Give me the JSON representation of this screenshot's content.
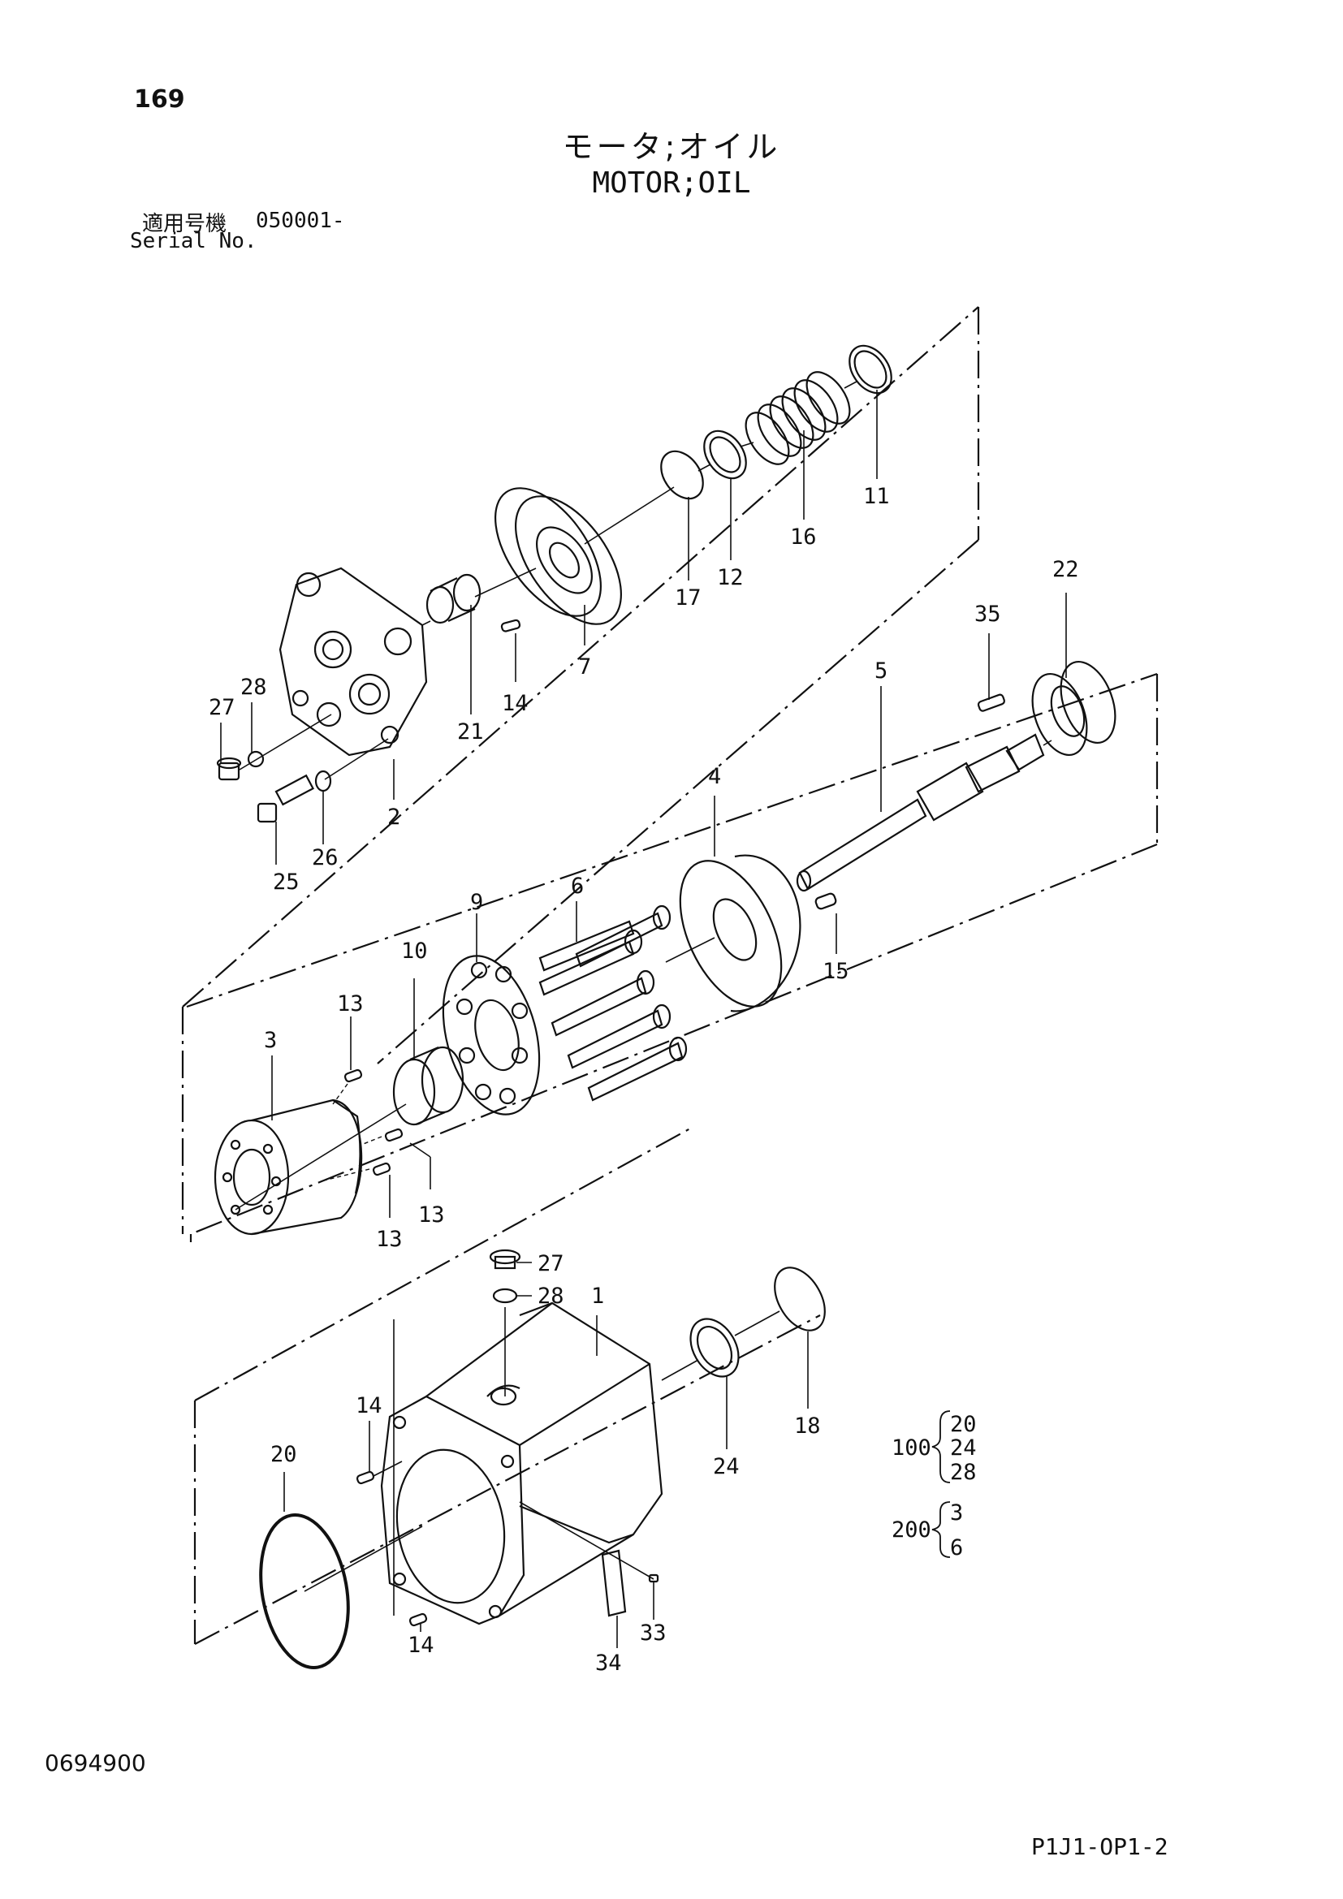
{
  "header": {
    "page_number": "169",
    "title_jp": "モータ;オイル",
    "title_en": "MOTOR;OIL",
    "serial_label_jp": "適用号機",
    "serial_value": "050001-",
    "serial_label_en": "Serial No."
  },
  "parts": {
    "p1": "1",
    "p2": "2",
    "p3": "3",
    "p4": "4",
    "p5": "5",
    "p6": "6",
    "p7": "7",
    "p9": "9",
    "p10": "10",
    "p11": "11",
    "p12": "12",
    "p13a": "13",
    "p13b": "13",
    "p13c": "13",
    "p14a": "14",
    "p14b": "14",
    "p14c": "14",
    "p15": "15",
    "p16": "16",
    "p17": "17",
    "p18": "18",
    "p20": "20",
    "p21": "21",
    "p22": "22",
    "p24": "24",
    "p25": "25",
    "p26": "26",
    "p27a": "27",
    "p27b": "27",
    "p28a": "28",
    "p28b": "28",
    "p33": "33",
    "p34": "34",
    "p35": "35"
  },
  "kits": {
    "k100": {
      "id": "100",
      "items": [
        "20",
        "24",
        "28"
      ]
    },
    "k200": {
      "id": "200",
      "items": [
        "3",
        "6"
      ]
    }
  },
  "footer": {
    "doc_code": "0694900",
    "drawing_code": "P1J1-OP1-2"
  }
}
